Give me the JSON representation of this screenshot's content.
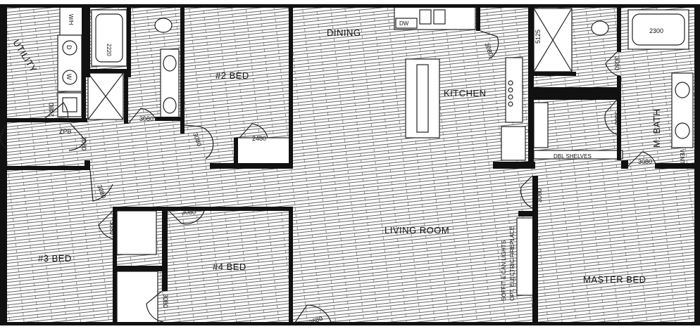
{
  "rooms": {
    "utility": "UTILITY",
    "bed2": "#2 BED",
    "dining": "DINING",
    "kitchen": "KITCHEN",
    "m_bath": "M. BATH",
    "bed3": "#3 BED",
    "bed4": "#4 BED",
    "living": "LIVING ROOM",
    "master": "MASTER BED"
  },
  "fixtures": {
    "water_heater": "W/H",
    "dryer": "D",
    "washer": "W",
    "tub_small": "2220",
    "tub_master": "2300",
    "shower_master": "5125",
    "dishwasher": "DW",
    "dbl_shelves": "DBL SHELVES",
    "vent": "VENT",
    "zpb": "ZPB",
    "soffit": "SOFFIT & CAN LIGHTS",
    "fireplace": "OPT. ELECTRIC FIREPLACE"
  },
  "doors": {
    "d2480_left": "2480",
    "d3080_bath": "3080",
    "d3080_zpb": "3080",
    "d3080_bed2": "3080",
    "d2480_closet": "2480",
    "d3080_kitchen": "3080",
    "d3080_mbath_top": "3080",
    "d3080_mbath_mid": "3080",
    "d3080_mbath_bottom": "3080",
    "d3080_hall": "3080",
    "d3080_bed3": "3080",
    "d3080_bed4_top": "3080",
    "d3080_bed4_closet": "3080",
    "d3080_master": "3080",
    "d3680_entry": "3680"
  }
}
